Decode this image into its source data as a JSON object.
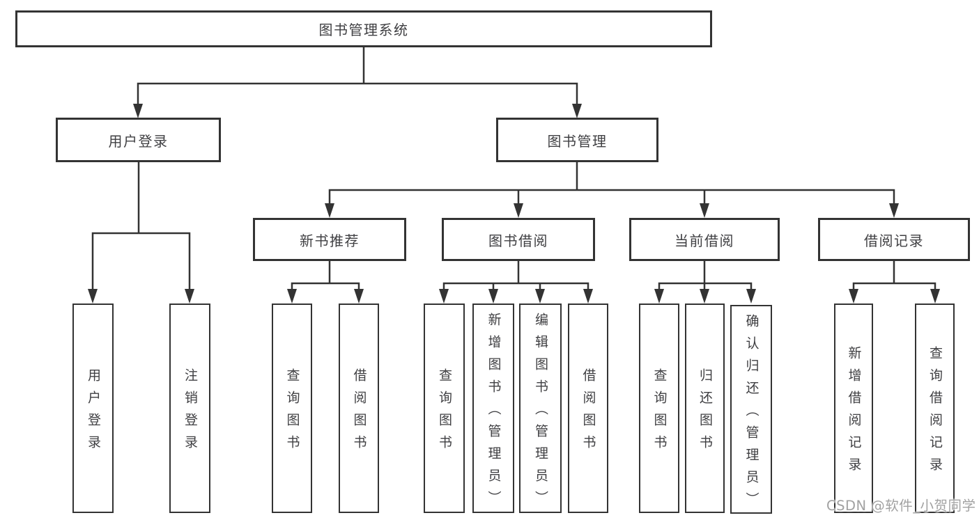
{
  "colors": {
    "line": "#333333",
    "box_border": "#333333",
    "label_text": "#3f3f42",
    "watermark": "#a2a2a2",
    "background": "#ffffff"
  },
  "nodes": {
    "root": {
      "label": "图书管理系统"
    },
    "user_login": {
      "label": "用户登录"
    },
    "book_mgmt": {
      "label": "图书管理"
    },
    "new_book_rec": {
      "label": "新书推荐"
    },
    "book_borrow": {
      "label": "图书借阅"
    },
    "current_borrow": {
      "label": "当前借阅"
    },
    "borrow_record": {
      "label": "借阅记录"
    },
    "login_children": [
      {
        "label": "用户登录"
      },
      {
        "label": "注销登录"
      }
    ],
    "new_book_children": [
      {
        "label": "查询图书"
      },
      {
        "label": "借阅图书"
      }
    ],
    "borrow_children": [
      {
        "label": "查询图书"
      },
      {
        "label": "新增图书（管理员）"
      },
      {
        "label": "编辑图书（管理员）"
      },
      {
        "label": "借阅图书"
      }
    ],
    "current_children": [
      {
        "label": "查询图书"
      },
      {
        "label": "归还图书"
      },
      {
        "label": "确认归还（管理员）"
      }
    ],
    "record_children": [
      {
        "label": "新增借阅记录"
      },
      {
        "label": "查询借阅记录"
      }
    ]
  },
  "watermark": {
    "text": "CSDN @软件_小贺同学"
  }
}
